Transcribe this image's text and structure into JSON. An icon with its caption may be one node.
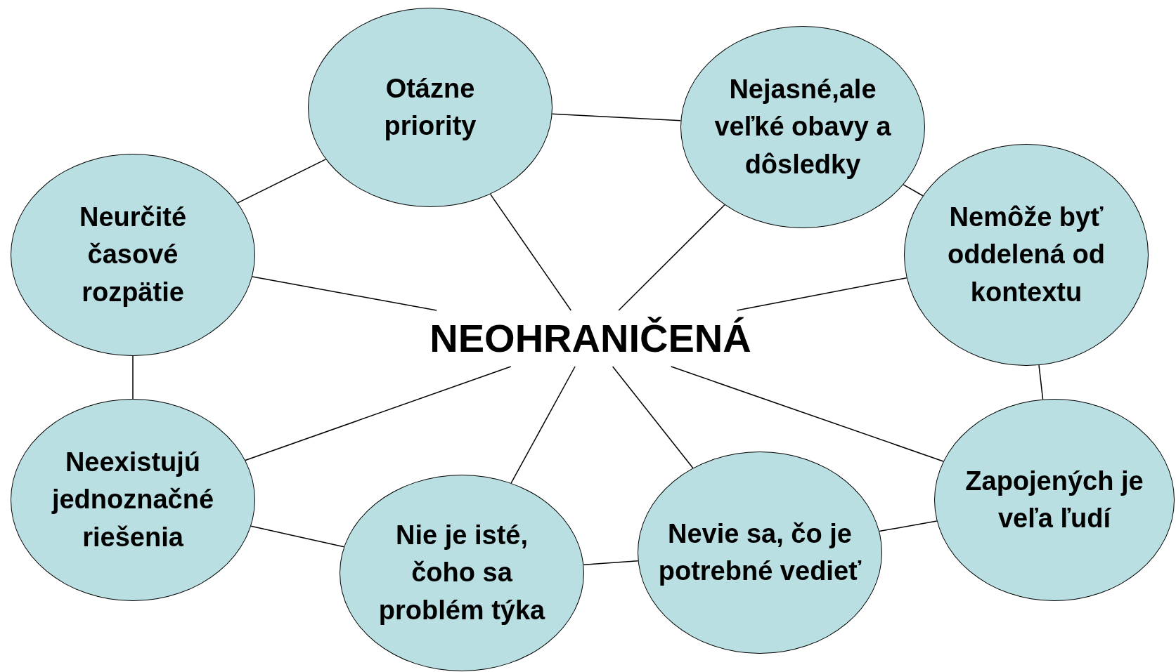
{
  "diagram": {
    "nodes": [
      {
        "text": [
          "Otázne priority"
        ]
      },
      {
        "text": [
          "Nejasné,ale veľké obavy a dôsledky"
        ]
      },
      {
        "text": [
          "Neurčité časové rozpätie"
        ]
      },
      {
        "text": [
          "Nemôže byť oddelená od kontextu"
        ]
      },
      {
        "text": [
          "NEOHRANIČENÁ"
        ]
      },
      {
        "text": [
          "Neexistujú jednoznačné riešenia"
        ]
      },
      {
        "text": [
          "Zapojených je veľa ľudí"
        ]
      },
      {
        "text": [
          "Nevie sa, čo je potrebné vedieť"
        ]
      },
      {
        "text": [
          "Nie je isté, čoho sa problém týka"
        ]
      }
    ],
    "edges": [
      {
        "from": 0,
        "to": 1,
        "arrow": "none"
      },
      {
        "from": 1,
        "to": 3,
        "arrow": "none"
      },
      {
        "from": 3,
        "to": 6,
        "arrow": "none"
      },
      {
        "from": 6,
        "to": 7,
        "arrow": "none"
      },
      {
        "from": 7,
        "to": 8,
        "arrow": "none"
      },
      {
        "from": 8,
        "to": 5,
        "arrow": "none"
      },
      {
        "from": 5,
        "to": 2,
        "arrow": "none"
      },
      {
        "from": 2,
        "to": 0,
        "arrow": "none"
      },
      {
        "from": 4,
        "to": 0,
        "arrow": "none"
      },
      {
        "from": 4,
        "to": 1,
        "arrow": "none"
      },
      {
        "from": 4,
        "to": 2,
        "arrow": "none"
      },
      {
        "from": 4,
        "to": 3,
        "arrow": "none"
      },
      {
        "from": 4,
        "to": 5,
        "arrow": "none"
      },
      {
        "from": 4,
        "to": 6,
        "arrow": "none"
      },
      {
        "from": 4,
        "to": 7,
        "arrow": "none"
      },
      {
        "from": 4,
        "to": 8,
        "arrow": "none"
      }
    ]
  }
}
